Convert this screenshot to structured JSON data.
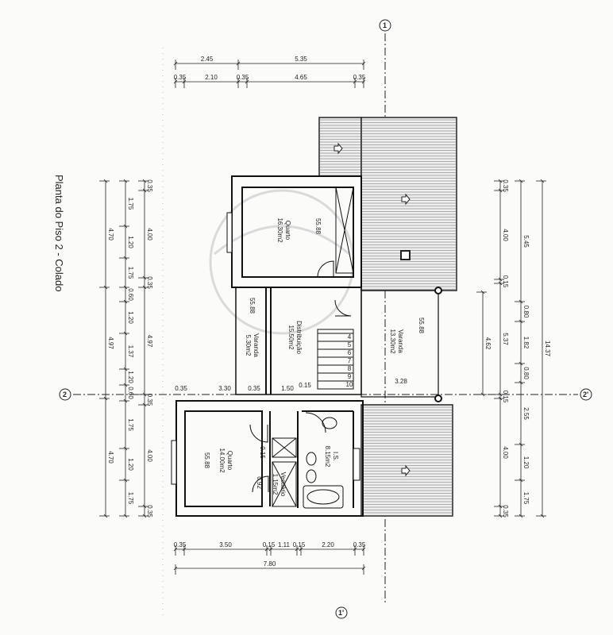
{
  "title": "Planta do Piso 2 - Colado",
  "axes": {
    "a1": "1",
    "a1p": "1'",
    "a2": "2",
    "a2p": "2'"
  },
  "dims": {
    "top_outer": [
      "2.45",
      "5.35"
    ],
    "top_inner": [
      "0.35",
      "2.10",
      "0.35",
      "4.65",
      "0.35"
    ],
    "bottom_inner": [
      "0.35",
      "3.50",
      "0.15",
      "1.11",
      "0.15",
      "2.20",
      "0.35"
    ],
    "bottom_total": [
      "7.80"
    ],
    "left_outer": [
      "4.70",
      "4.97",
      "4.70"
    ],
    "left_mid": [
      "1.75",
      "1.20",
      "1.75",
      "0.60",
      "1.20",
      "1.37",
      "1.20",
      "0.60",
      "1.75",
      "1.20",
      "1.75"
    ],
    "left_inner": [
      "0.35",
      "4.00",
      "0.35",
      "4.97",
      "0.35",
      "4.00",
      "0.35"
    ],
    "right_inner": [
      "0.35",
      "4.00",
      "0.15",
      "5.37",
      "0.15",
      "4.00",
      "0.35"
    ],
    "right_mid": [
      "5.45",
      "0.80",
      "1.82",
      "0.80",
      "2.55",
      "1.20",
      "1.75"
    ],
    "right_total": [
      "14.37"
    ],
    "varanda_depth": [
      "4.62"
    ],
    "interior": {
      "a": "0.35",
      "b": "3.30",
      "c": "0.35",
      "d": "1.50",
      "e": "0.15",
      "f": "3.28",
      "g": "0.15",
      "h": "0.92"
    }
  },
  "rooms": {
    "quarto1": {
      "name": "Quarto",
      "area": "16.30m2",
      "level": "55.88"
    },
    "varanda1": {
      "name": "Varanda",
      "area": "5.30m2",
      "level": "55.88"
    },
    "distribuicao": {
      "name": "Distribuição",
      "area": "15.50m2"
    },
    "varanda2": {
      "name": "Varanda",
      "area": "13.30m2",
      "level": "55.88"
    },
    "quarto2": {
      "name": "Quarto",
      "area": "14.00m2",
      "level": "55.88"
    },
    "vestiario": {
      "name": "Vestiário",
      "area": "1.15m2"
    },
    "is": {
      "name": "I.S.",
      "area": "8.15m2"
    }
  },
  "stairs": [
    "4",
    "5",
    "6",
    "7",
    "8",
    "9",
    "10"
  ],
  "colors": {
    "ink": "#1a1a1a",
    "hatch": "#555555",
    "watermark": "#d9d9d9"
  }
}
